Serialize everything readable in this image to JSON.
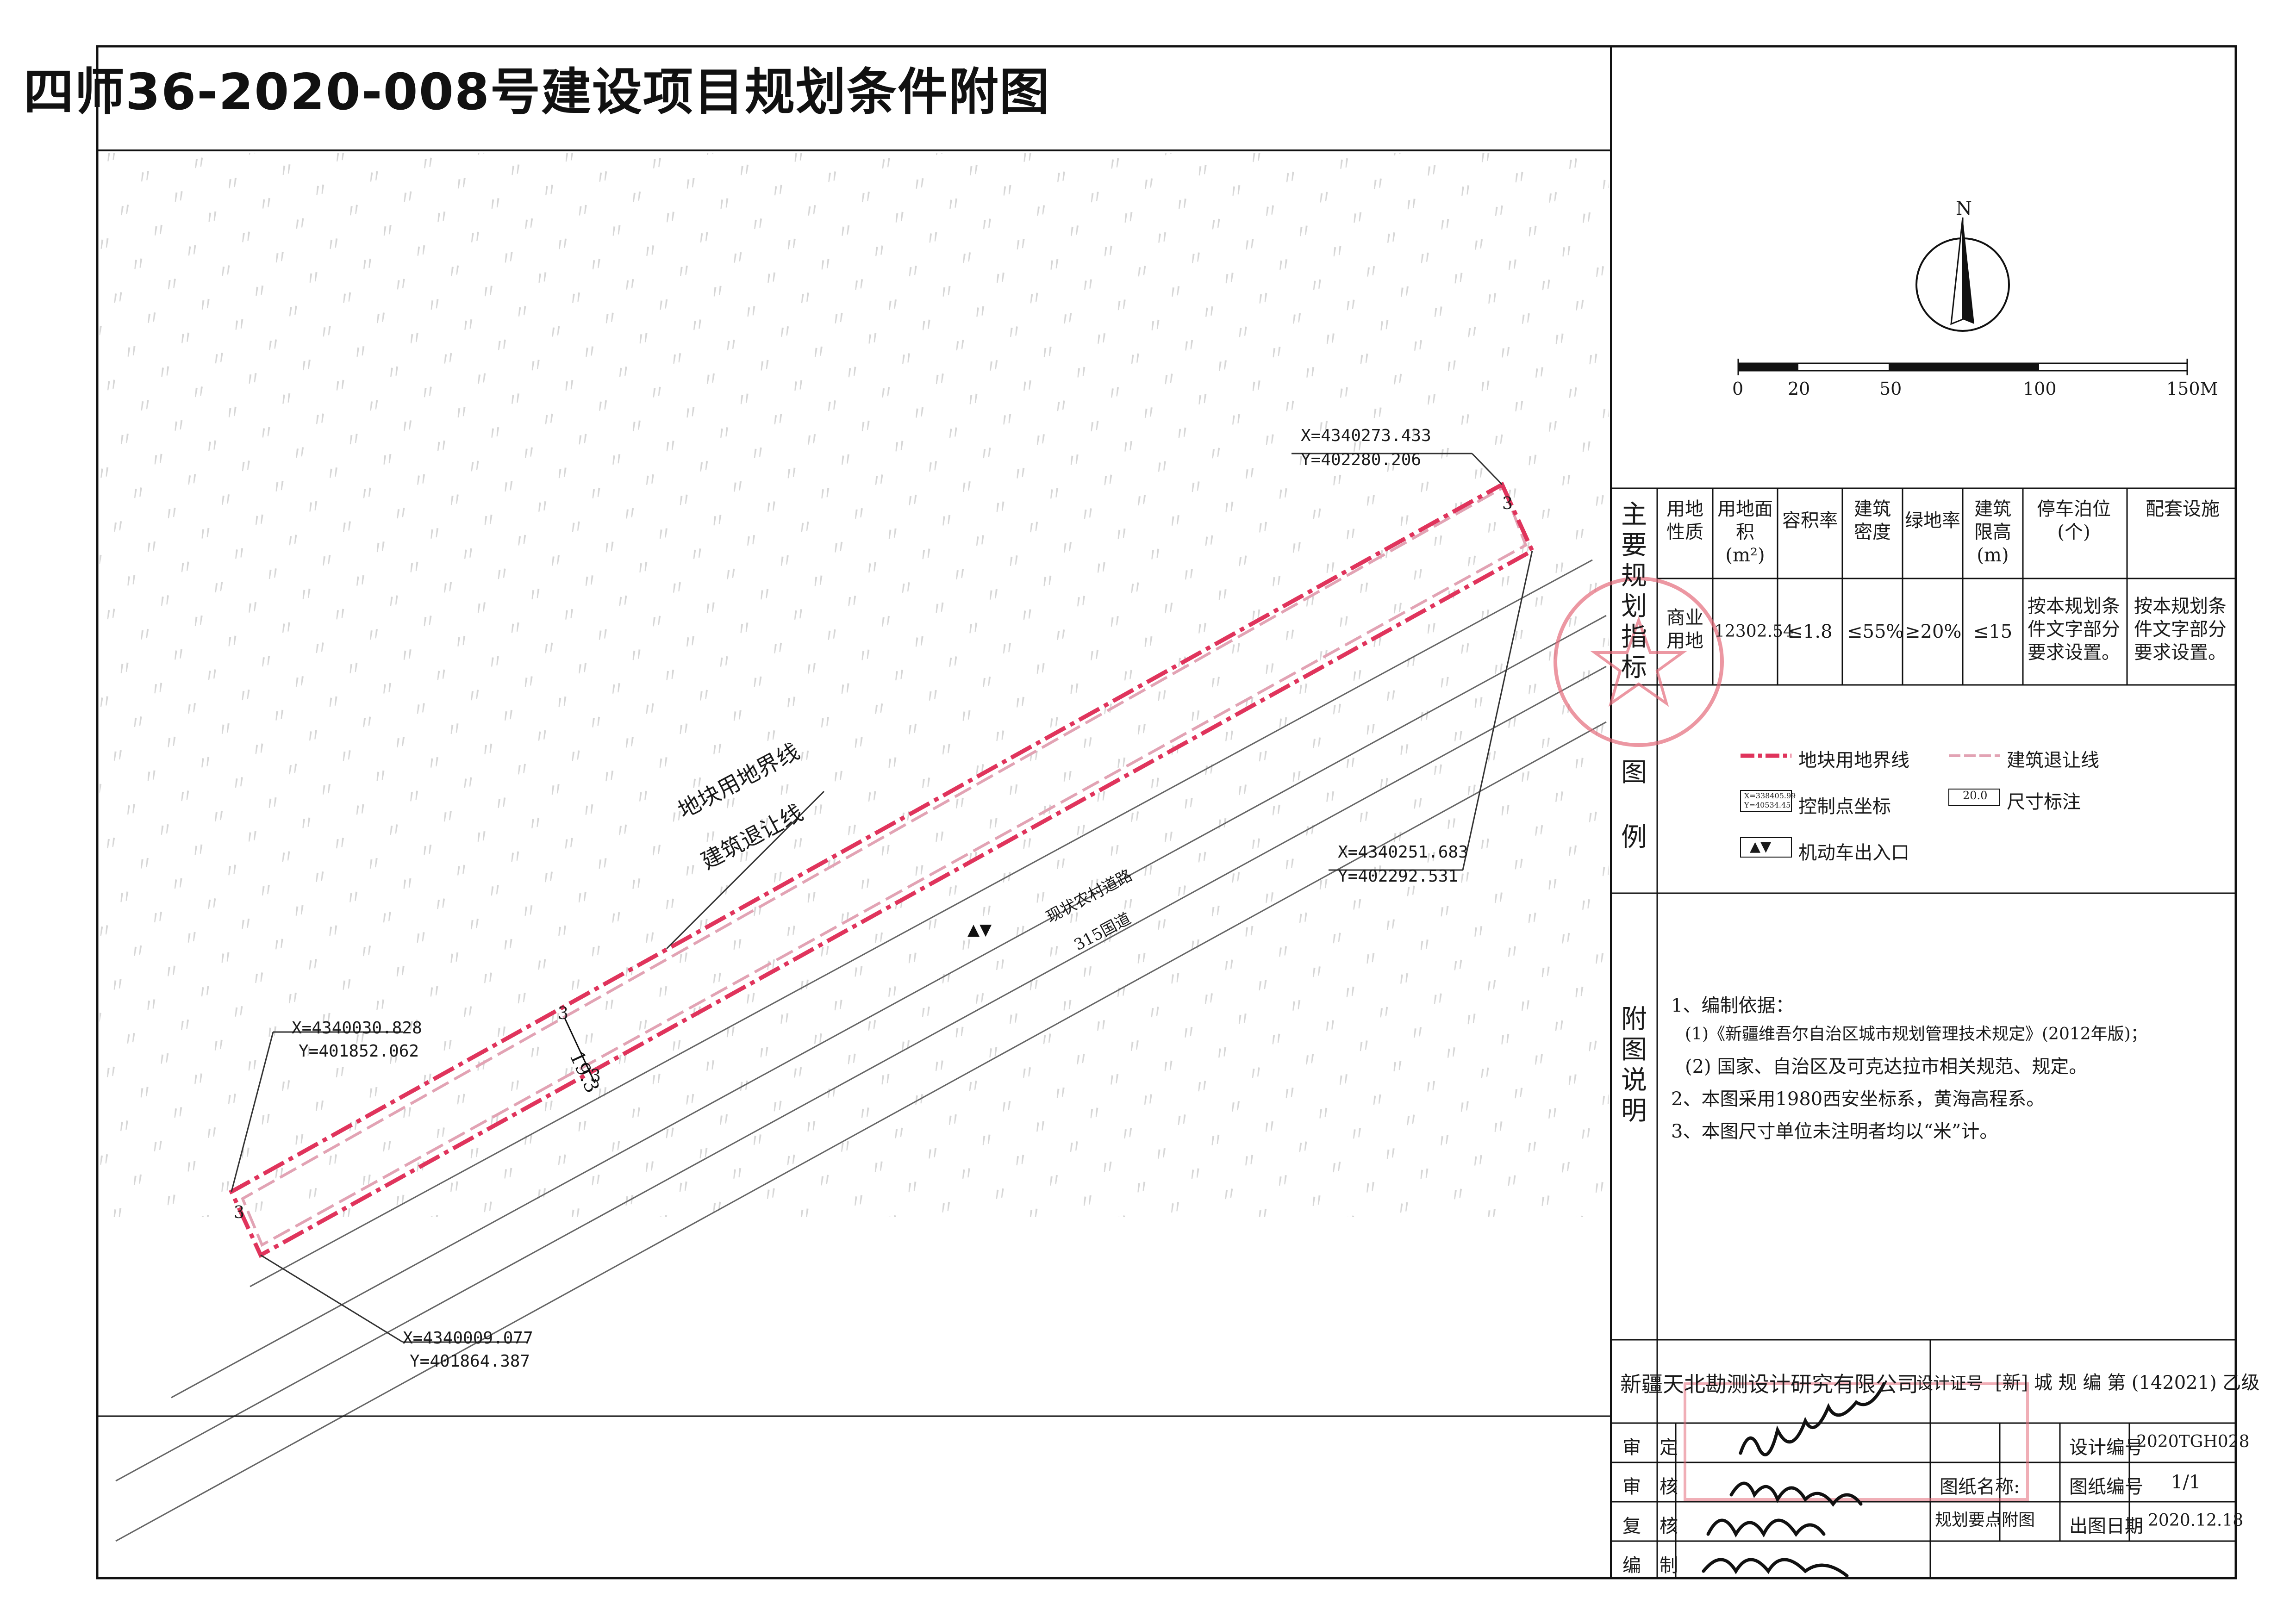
{
  "title": "四师36-2020-008号建设项目规划条件附图",
  "north_label": "N",
  "scale_bar": {
    "ticks": [
      "0",
      "20",
      "50",
      "100",
      "150M"
    ]
  },
  "colors": {
    "boundary": "#e0345c",
    "setback": "#e2a3b4",
    "line": "#111111",
    "stamp": "#e46b7a"
  },
  "indicators": {
    "section_label": "主要规划指标",
    "headers": [
      "用地性质",
      "用地面积(m²)",
      "容积率",
      "建筑密度",
      "绿地率",
      "建筑限高(m)",
      "停车泊位(个)",
      "配套设施"
    ],
    "values": [
      "商业用地",
      "12302.54",
      "≤1.8",
      "≤55%",
      "≥20%",
      "≤15",
      "按本规划条件文字部分要求设置。",
      "按本规划条件文字部分要求设置。"
    ]
  },
  "legend": {
    "section_label": "图例",
    "items": [
      "地块用地界线",
      "建筑退让线",
      "控制点坐标",
      "尺寸标注",
      "机动车出入口"
    ],
    "sample_coord": [
      "X=338405.99",
      "Y=40534.45"
    ],
    "sample_dim": "20.0"
  },
  "notes": {
    "section_label": "附图说明",
    "lines": [
      "1、编制依据：",
      "(1)《新疆维吾尔自治区城市规划管理技术规定》(2012年版)；",
      "(2) 国家、自治区及可克达拉市相关规范、规定。",
      "2、本图采用1980西安坐标系，黄海高程系。",
      "3、本图尺寸单位未注明者均以“米”计。"
    ]
  },
  "map": {
    "callout_boundary": "地块用地界线",
    "callout_setback": "建筑退让线",
    "road1": "现状农村道路",
    "road2": "315国道",
    "width_dim": "19.3",
    "setback_dim": "3",
    "points": [
      {
        "x": "X=4340273.433",
        "y": "Y=402280.206"
      },
      {
        "x": "X=4340251.683",
        "y": "Y=402292.531"
      },
      {
        "x": "X=4340030.828",
        "y": "Y=401852.062"
      },
      {
        "x": "X=4340009.077",
        "y": "Y=401864.387"
      }
    ]
  },
  "title_block": {
    "company": "新疆天北勘测设计研究有限公司",
    "cert_label": "设计证号",
    "cert_value": "[新] 城 规 编 第 (142021) 乙级",
    "rows": [
      "审　定",
      "审　核",
      "复　核",
      "编　制"
    ],
    "design_no_label": "设计编号",
    "design_no": "2020TGH028",
    "drawing_no_label": "图纸编号",
    "drawing_no": "1/1",
    "date_label": "出图日期",
    "date": "2020.12.18",
    "drawing_name_label": "图纸名称:",
    "drawing_name": "规划要点附图"
  }
}
